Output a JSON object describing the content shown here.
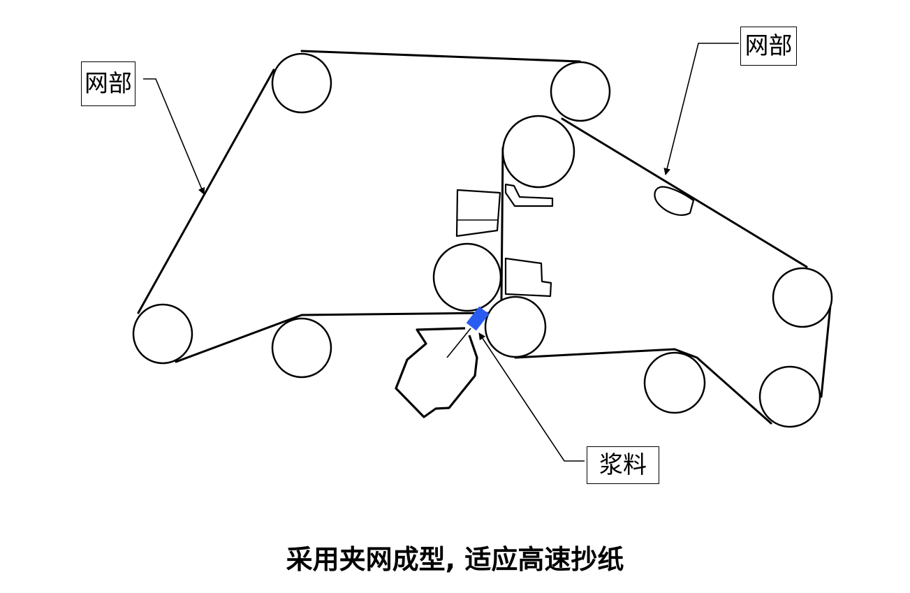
{
  "labels": {
    "wire_left": "网部",
    "wire_right": "网部",
    "slurry": "浆料"
  },
  "caption": "采用夹网成型, 适应高速抄纸",
  "colors": {
    "slurry_jet": "#2b5cf0",
    "line": "#000000",
    "background": "#ffffff"
  }
}
